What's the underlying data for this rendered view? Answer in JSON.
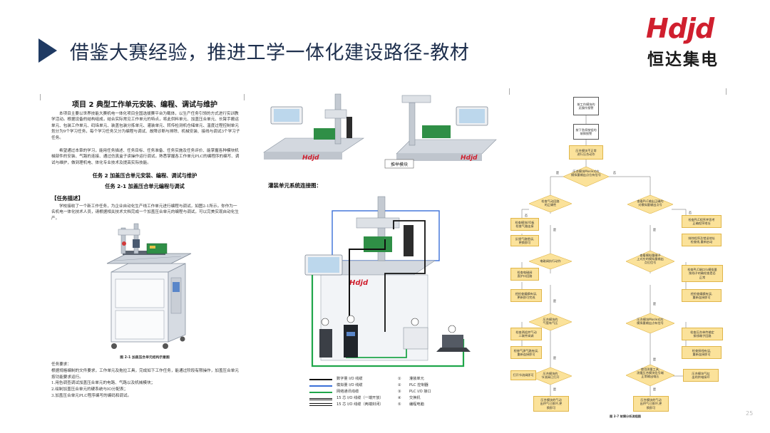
{
  "header": {
    "title": "借鉴大赛经验，推进工学一体化建设路径-教材",
    "logo_mark": "Hdjd",
    "logo_cn": "恒达集电",
    "brand_color": "#d01f2e",
    "accent_color": "#1f3a63"
  },
  "doc": {
    "heading": "项目 2  典型工作单元安装、编程、调试与维护",
    "intro_para": "本项目主要以世界技能大赛机电一体化项目全国选拔赛平台为载体，以生产任务引领的方式进行实训教学活动。根据设备的结构组成，结合实际常见工作单元的特点，将此供料单元、加盖压合单元、长臂手搬运单元、包装工作单元、码垛单元、装盖包装分拣单元、灌装单元、转传检测机仓储单元、温度过程控制单元划分为9个学习任务，每个学习任务又分为编程与调试、故障诊断与排除、机械安装、接线与调试3个学习子任务。",
    "method_para": "希望通过本章的学习，能用任务描述、任务目标、任务准备、任务实施及任务评价、能掌握各种模块机械部件的安装、气路的连接、通过仿真盒子读操作运行调试，熟悉掌握各工作单元PLC的编程序的编写、调试与维护，做到理机电、体化专业技术及提高实际技能。",
    "task_title": "任务 2  加盖压合单元安装、编程、调试与维护",
    "subtask_title": "任务 2-1  加盖压合单元编程与调试",
    "section_title": "【任务描述】",
    "task_para": "学校接收了一个新工作任务，为企业自动化生产线工作单元进行编程与调试，如图2-1所示。你作为一名机电一体化技术人员，请根据相关技术文档完成一个加盖压合单元的编程与调试，可以完美实现自动化生产。",
    "figure_caption": "图 2-1  加盖压合单元结构示意图",
    "requirements_title": "任务要求：",
    "requirements": [
      "根据规格编制的文件要求，工作单元及拖拉工具，完成如下工作任务，能通过阶段有限操作，加盖压合单元按功能要求运行。",
      "1.用告调查调试加盖压合单元的电路、气路以及机械模块；",
      "2.绘制加盖压合单元的硬系统与IO分配表；",
      "3.加盖压合单元PLC程序编写的编码和调试。"
    ]
  },
  "middle": {
    "connection_label": "灌装单元系统连接图：",
    "callout": "推举模块",
    "legend": [
      {
        "line": "数字量 I/O 线缆",
        "num": "①",
        "item": "灌装单元",
        "color": "#111111",
        "style": "solid"
      },
      {
        "line": "模拟量 I/O 线缆",
        "num": "②",
        "item": "PLC 控制器",
        "color": "#3a6fd8",
        "style": "solid"
      },
      {
        "line": "网络通讯线缆",
        "num": "③",
        "item": "PLC I/O 接口",
        "color": "#1fa64a",
        "style": "solid"
      },
      {
        "line": "15 芯 I/O 线缆（一端开放）",
        "num": "④",
        "item": "交换机",
        "color": "#111111",
        "style": "double"
      },
      {
        "line": "15 芯 I/O 线缆（两端封闭）",
        "num": "⑤",
        "item": "编程电脑",
        "color": "#111111",
        "style": "triple"
      }
    ]
  },
  "flow": {
    "caption": "图 2-7  故障分析流程图",
    "start_top": "按工作模块的\n无操作报警",
    "start_2": "按下急停按钮的\n故障报警",
    "step1": "压合模块不正常\n进行压合动作",
    "d1": "压合模块Mosle对应\n模拟量输出点位有信号",
    "d2l": "检查气动回路\n的正确性",
    "d2r": "查看PLC输出正确的\n对模拟量输出点号",
    "yes": "是",
    "no": "否",
    "l1": "检查模块I/O板\n检查气路连接",
    "l2": "反馈气路错误,\n更换即可",
    "r1": "检查PLC程序并思考\n正确程序地址",
    "r2": "排除程序及错误地址\n检查线,重新启动",
    "d3l": "电磁阀执行动作",
    "d3r": "查看模拟量端子\n上对应的模拟量输出\n点位信号",
    "l3": "检查电磁阀\n直护口回路",
    "l4": "经检查编辑有误,\n更新即可完成",
    "r3": "检查PLC端口与模拟量\n按线子的确检查是否\n正常",
    "r4": "经检查编辑有误,\n重新连接即可",
    "d4l": "压合模块的\n气管有气压",
    "d4r": "压合模块Mosle对应\n模拟量输出点有信号",
    "l5": "检查两组并气动\n二联件阀调",
    "l6": "检修气源气路有误,\n重新连接即可",
    "r5": "检查压合单传输定\n接线端子回路",
    "r6": "检查接线有误,\n重新连接即可",
    "d5l": "压合模块的\n节流阀已打开",
    "d5r": "使用测量工具,\n测量压合模块信号端\n正常输出电压",
    "l7": "打开节流阀即可",
    "r7": "压合模块气缸\n出的供电接坏",
    "end_l": "压合模块的气动\n出供气已损坏,更\n换即可",
    "end_r": "压合模块的气动\n出供气已损坏,更\n换即可"
  },
  "page_number": "25"
}
